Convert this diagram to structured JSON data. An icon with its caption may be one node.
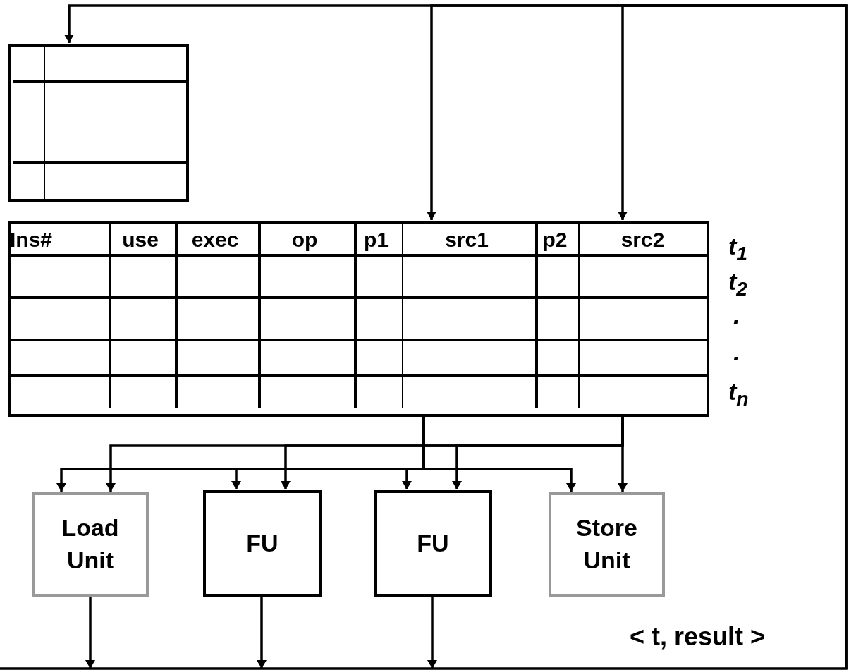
{
  "diagram": {
    "nodes": [
      {
        "text": [],
        "shape": "box"
      },
      {
        "text": [
          "Ins#",
          "use",
          "exec",
          "op",
          "p1",
          "src1",
          "p2",
          "src2"
        ],
        "beside": [
          "t$_{1}$",
          "t$_{2}$",
          ".",
          ".",
          "t$_{n}$"
        ]
      },
      {
        "text": [
          "Load Unit"
        ]
      },
      {
        "text": [
          "FU"
        ]
      },
      {
        "text": [
          "FU"
        ]
      },
      {
        "text": [
          "Store Unit"
        ]
      }
    ],
    "edges": [
      {
        "from": 1,
        "to": 2,
        "arrow": "to"
      },
      {
        "from": 1,
        "to": 3,
        "arrow": "to"
      },
      {
        "from": 1,
        "to": 4,
        "arrow": "to"
      },
      {
        "from": 1,
        "to": 5,
        "arrow": "to"
      },
      {
        "from": 1,
        "to": 2,
        "arrow": "to"
      },
      {
        "from": 1,
        "to": 3,
        "arrow": "to"
      },
      {
        "from": 1,
        "to": 4,
        "arrow": "to"
      },
      {
        "from": 1,
        "to": 5,
        "arrow": "to"
      },
      {
        "from": 2,
        "to": null,
        "arrow": "to"
      },
      {
        "from": 3,
        "to": null,
        "arrow": "to"
      },
      {
        "from": 4,
        "to": null,
        "arrow": "to"
      },
      {
        "from": null,
        "to": 0,
        "arrow": "to"
      },
      {
        "from": null,
        "to": 1,
        "arrow": "to"
      },
      {
        "from": null,
        "to": 1,
        "arrow": "to"
      }
    ],
    "labels": [
      "< t, result >"
    ]
  }
}
